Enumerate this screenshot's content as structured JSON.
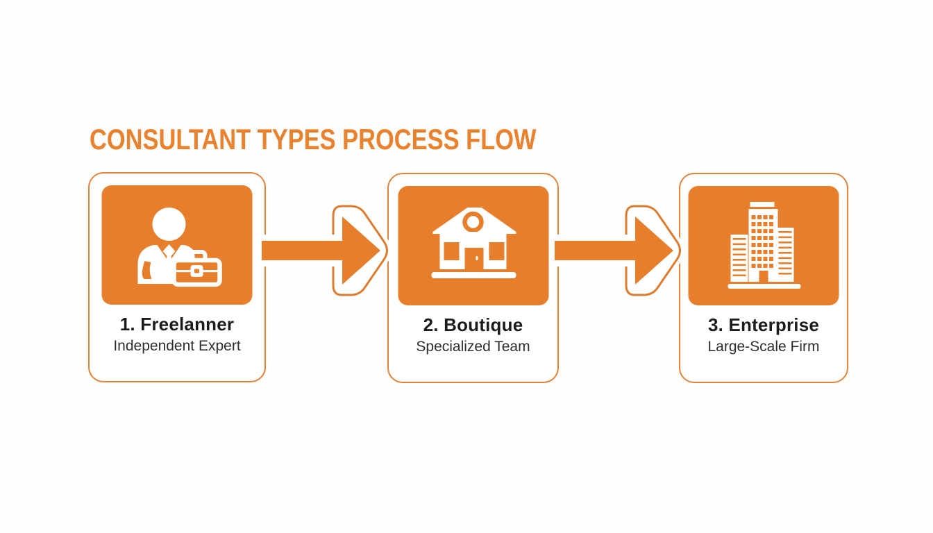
{
  "title": "CONSULTANT TYPES PROCESS FLOW",
  "theme": {
    "accent_orange": "#E67E2C",
    "title_orange": "#E8822F",
    "border_orange": "#E2833C",
    "arrow_orange": "#DD7B2F",
    "heading_text": "#1C1C1C",
    "subtitle_text": "#2E2E2E",
    "background": "#FDFDFC",
    "card_background": "#FFFFFF"
  },
  "steps": [
    {
      "number_label": "1. Freelanner",
      "subtitle": "Independent Expert",
      "icon": "consultant-person-icon"
    },
    {
      "number_label": "2. Boutique",
      "subtitle": "Specialized Team",
      "icon": "boutique-house-icon"
    },
    {
      "number_label": "3. Enterprise",
      "subtitle": "Large-Scale Firm",
      "icon": "enterprise-buildings-icon"
    }
  ],
  "connectors": [
    {
      "icon": "arrow-right-icon"
    },
    {
      "icon": "arrow-right-icon"
    }
  ]
}
